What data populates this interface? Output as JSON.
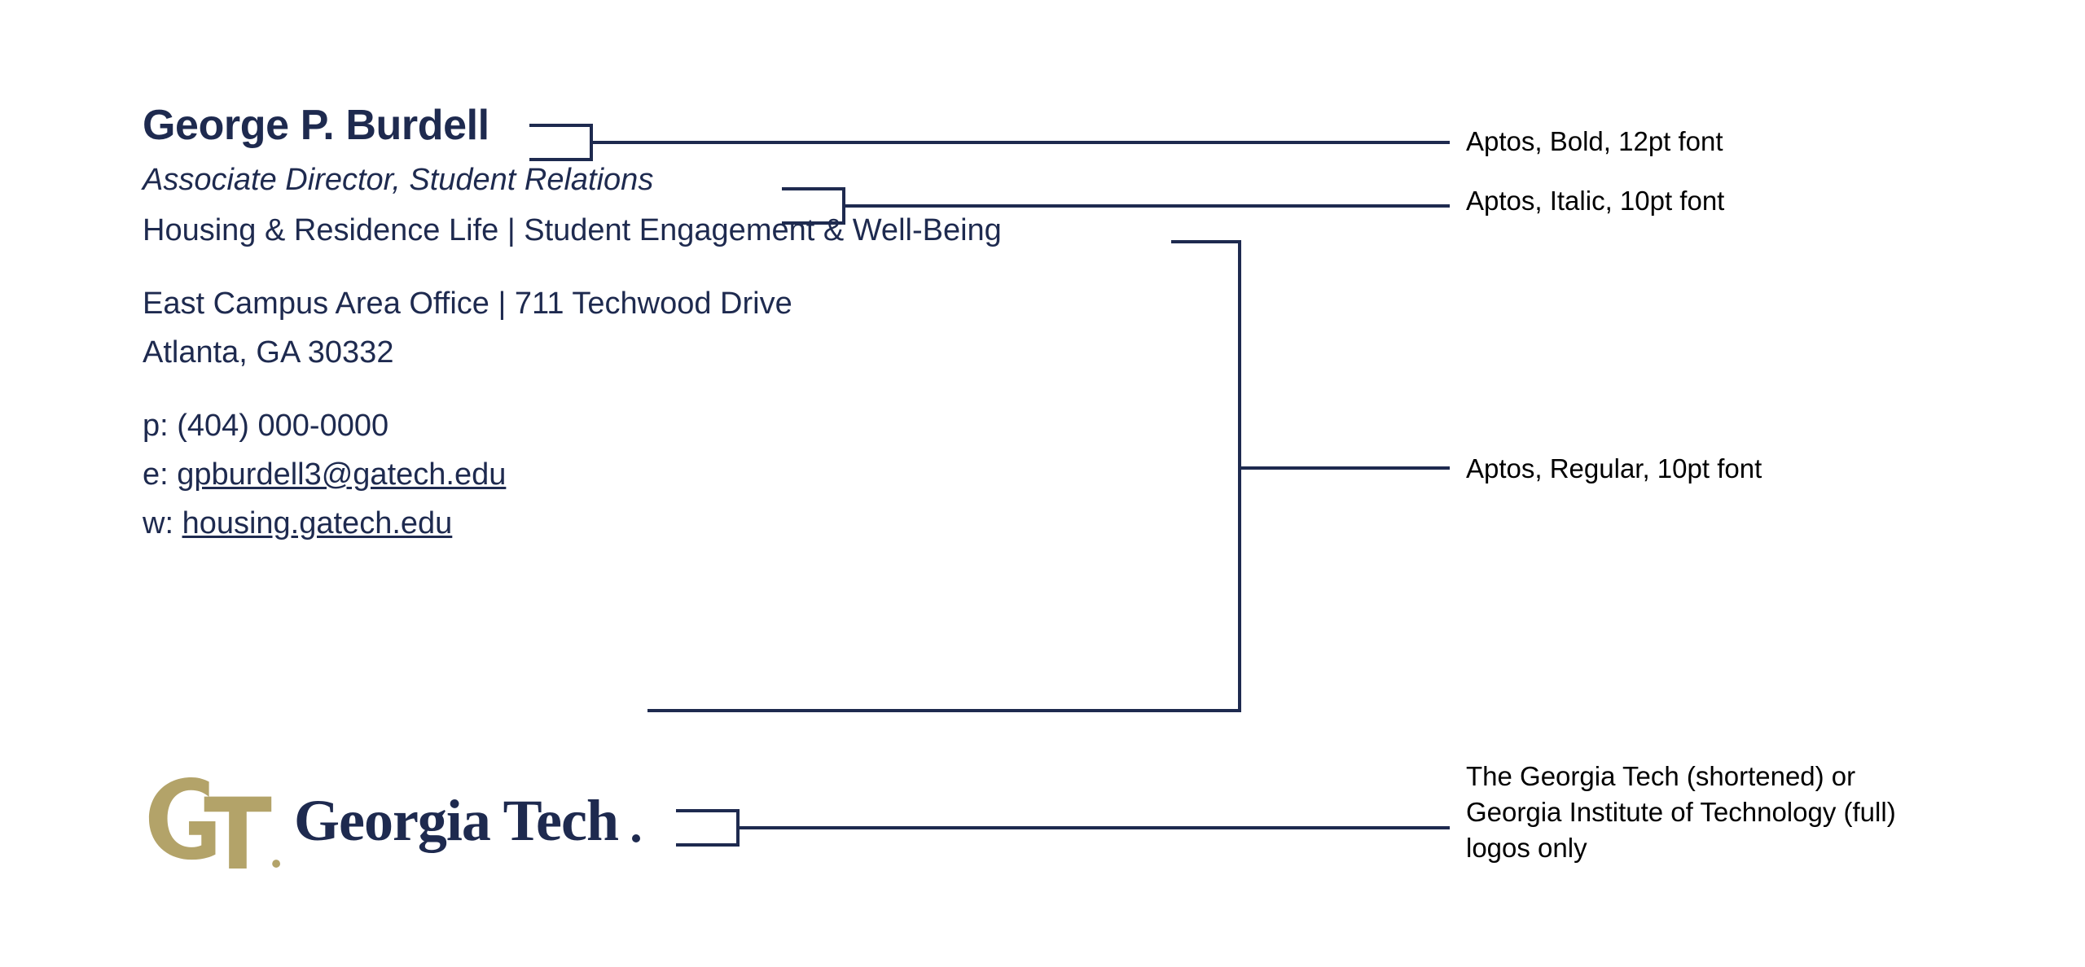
{
  "page": {
    "background": "#ffffff",
    "brand_navy": "#1e2a4f",
    "brand_gold": "#b3a369",
    "annotation_color": "#000000"
  },
  "signature": {
    "name": "George P. Burdell",
    "title": "Associate Director, Student Relations",
    "department": "Housing & Residence Life | Student Engagement & Well-Being",
    "address_line1": "East Campus Area Office | 711 Techwood Drive",
    "address_line2": "Atlanta, GA 30332",
    "phone": "p: (404) 000-0000",
    "email_prefix": "e: ",
    "email": "gpburdell3@gatech.edu",
    "web_prefix": "w: ",
    "web": "housing.gatech.edu",
    "logo": {
      "monogram_text": "GT",
      "wordmark_text": "Georgia Tech.",
      "mark_color": "#b3a369",
      "wordmark_color": "#1e2a4f"
    }
  },
  "annotations": [
    {
      "id": "name-spec",
      "text": "Aptos, Bold, 12pt font"
    },
    {
      "id": "title-spec",
      "text": "Aptos, Italic, 10pt font"
    },
    {
      "id": "body-spec",
      "text": "Aptos, Regular, 10pt font"
    },
    {
      "id": "logo-spec",
      "text": "The Georgia Tech (shortened) or\nGeorgia Institute of Technology (full)\nlogos only"
    }
  ]
}
